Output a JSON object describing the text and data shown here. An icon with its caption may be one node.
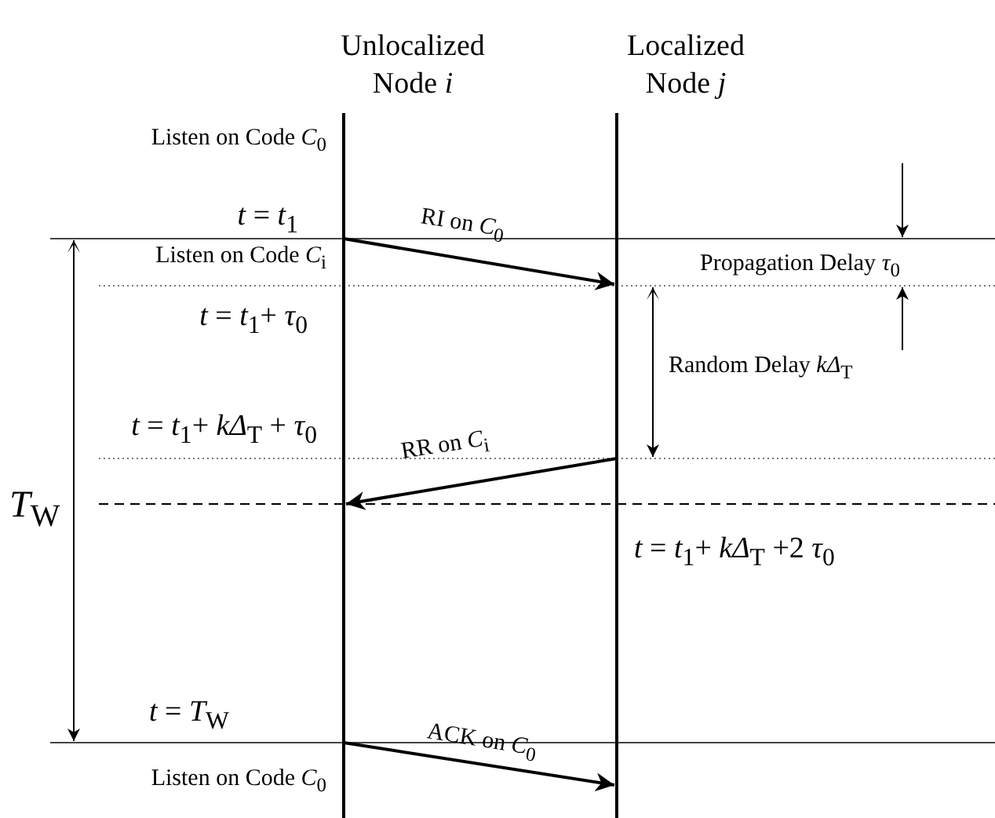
{
  "diagram": {
    "nodes": [
      {
        "text": [
          "Unlocalized Node *i*"
        ]
      },
      {
        "text": [
          "Localized Node *j*"
        ]
      }
    ],
    "edges": [
      {
        "from": 0,
        "to": 1,
        "arrow": "to",
        "label": "RI on *C*$_{0}$"
      },
      {
        "from": 1,
        "to": 0,
        "arrow": "to",
        "label": "RR on *C*$_{i}$"
      },
      {
        "from": 0,
        "to": 1,
        "arrow": "to",
        "label": "ACK on *C*$_{0}$"
      }
    ],
    "labels": [
      "Listen on Code *C*$_{0}$",
      "*t* = *t*$_{1}$",
      "Listen on Code *C*$_{i}$",
      "Propagation Delay *τ*$_{0}$",
      "*t* = *t*$_{1}$+ *τ*$_{0}$",
      "Random Delay *kΔ*$_{T}$",
      "*t* = *t*$_{1}$+ *kΔ*$_{T}$ + *τ*$_{0}$",
      "*T*$_{W}$",
      "*t* = *t*$_{1}$+ *kΔ*$_{T}$ +2 *τ*$_{0}$",
      "*t* = *T*$_{W}$",
      "Listen on Code *C*$_{0}$"
    ]
  }
}
